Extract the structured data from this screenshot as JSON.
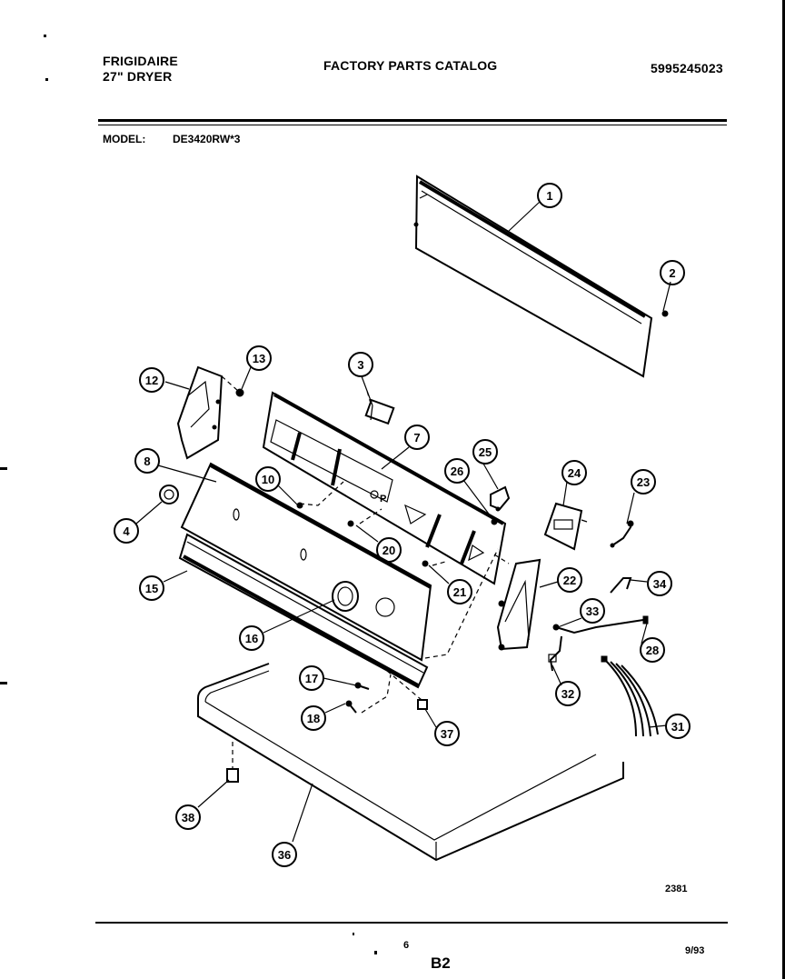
{
  "header": {
    "brand": "FRIGIDAIRE",
    "product": "27\" DRYER",
    "catalog_title": "FACTORY PARTS CATALOG",
    "catalog_number": "5995245023",
    "model_label": "MODEL:",
    "model_value": "DE3420RW*3"
  },
  "diagram": {
    "drawing_number": "2381",
    "callouts": [
      {
        "id": "c1",
        "label": "1"
      },
      {
        "id": "c2",
        "label": "2"
      },
      {
        "id": "c3",
        "label": "3"
      },
      {
        "id": "c4",
        "label": "4"
      },
      {
        "id": "c7",
        "label": "7"
      },
      {
        "id": "c8",
        "label": "8"
      },
      {
        "id": "c10",
        "label": "10"
      },
      {
        "id": "c12",
        "label": "12"
      },
      {
        "id": "c13",
        "label": "13"
      },
      {
        "id": "c15",
        "label": "15"
      },
      {
        "id": "c16",
        "label": "16"
      },
      {
        "id": "c17",
        "label": "17"
      },
      {
        "id": "c18",
        "label": "18"
      },
      {
        "id": "c20",
        "label": "20"
      },
      {
        "id": "c21",
        "label": "21"
      },
      {
        "id": "c22",
        "label": "22"
      },
      {
        "id": "c23",
        "label": "23"
      },
      {
        "id": "c24",
        "label": "24"
      },
      {
        "id": "c25",
        "label": "25"
      },
      {
        "id": "c26",
        "label": "26"
      },
      {
        "id": "c28",
        "label": "28"
      },
      {
        "id": "c31",
        "label": "31"
      },
      {
        "id": "c32",
        "label": "32"
      },
      {
        "id": "c33",
        "label": "33"
      },
      {
        "id": "c34",
        "label": "34"
      },
      {
        "id": "c36",
        "label": "36"
      },
      {
        "id": "c37",
        "label": "37"
      },
      {
        "id": "c38",
        "label": "38"
      }
    ]
  },
  "footer": {
    "page_number": "6",
    "section": "B2",
    "date": "9/93"
  }
}
